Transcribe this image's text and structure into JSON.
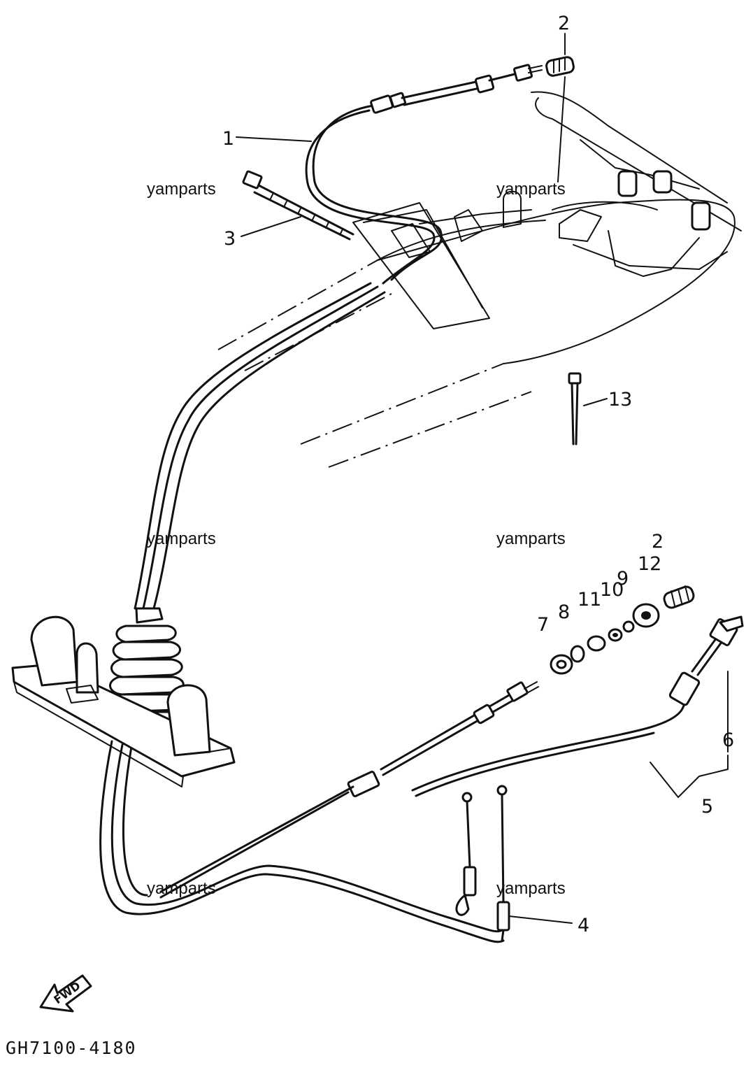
{
  "diagram": {
    "callouts": [
      "1",
      "2",
      "3",
      "13",
      "2",
      "12",
      "9",
      "10",
      "11",
      "8",
      "7",
      "6",
      "5",
      "4"
    ],
    "watermarks": [
      "yamparts",
      "yamparts",
      "yamparts",
      "yamparts",
      "yamparts",
      "yamparts"
    ],
    "fwd_label": "FWD",
    "drawing_code": "GH7100-4180"
  }
}
